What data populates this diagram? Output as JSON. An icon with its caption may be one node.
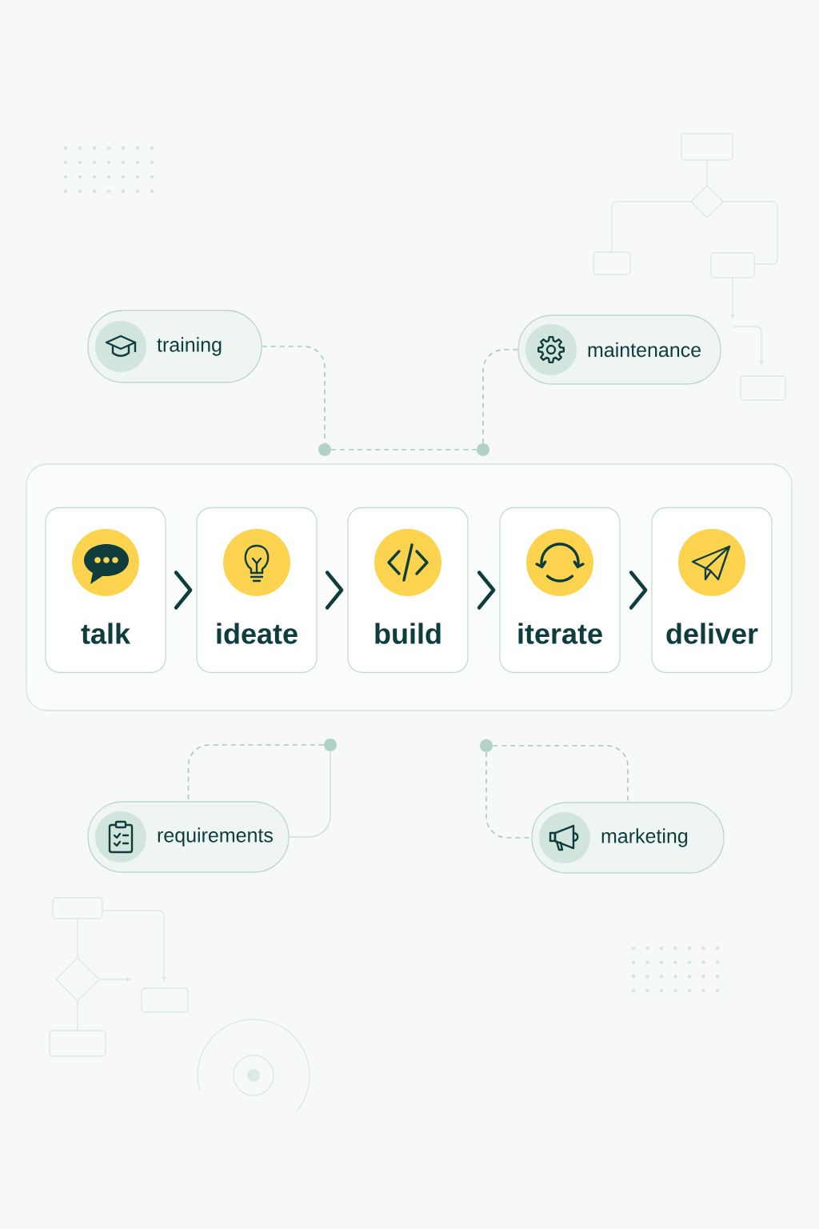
{
  "diagram": {
    "nodes": [
      {
        "text": [
          "training"
        ]
      },
      {
        "text": [
          "maintenance"
        ]
      },
      {
        "text": [],
        "shape": "circle"
      },
      {
        "text": [],
        "shape": "circle"
      },
      {
        "text": [],
        "shape": "box"
      },
      {
        "text": [
          "talk"
        ],
        "in": 4
      },
      {
        "text": [
          "ideate"
        ],
        "in": 4
      },
      {
        "text": [
          "build"
        ],
        "in": 4
      },
      {
        "text": [
          "iterate"
        ],
        "in": 4
      },
      {
        "text": [
          "deliver"
        ],
        "in": 4
      },
      {
        "text": [],
        "shape": "circle"
      },
      {
        "text": [],
        "shape": "circle"
      },
      {
        "text": [
          "requirements"
        ]
      },
      {
        "text": [
          "marketing"
        ]
      }
    ],
    "edges": [
      {
        "from": 0,
        "to": 2,
        "arrow": "none",
        "style": "dashed",
        "color": "#a6c9bd"
      },
      {
        "from": 2,
        "to": 3,
        "arrow": "none",
        "style": "dashed",
        "color": "#a6c9bd"
      },
      {
        "from": 3,
        "to": 1,
        "arrow": "none",
        "style": "dashed",
        "color": "#a6c9bd"
      },
      {
        "from": 5,
        "to": 6,
        "arrow": "to",
        "style": "thick",
        "color": "#0f3d3e"
      },
      {
        "from": 6,
        "to": 7,
        "arrow": "to",
        "style": "thick",
        "color": "#0f3d3e"
      },
      {
        "from": 7,
        "to": 8,
        "arrow": "to",
        "style": "thick",
        "color": "#0f3d3e"
      },
      {
        "from": 8,
        "to": 9,
        "arrow": "to",
        "style": "thick",
        "color": "#0f3d3e"
      },
      {
        "from": 10,
        "to": 12,
        "arrow": "none",
        "style": "dashed",
        "color": "#a6c9bd"
      },
      {
        "from": 10,
        "to": 12,
        "arrow": "none",
        "color": "#cfe1da"
      },
      {
        "from": 11,
        "to": 13,
        "arrow": "none",
        "style": "dashed",
        "color": "#a6c9bd"
      },
      {
        "from": 11,
        "to": 13,
        "arrow": "none",
        "style": "dashed",
        "color": "#a6c9bd"
      }
    ]
  }
}
